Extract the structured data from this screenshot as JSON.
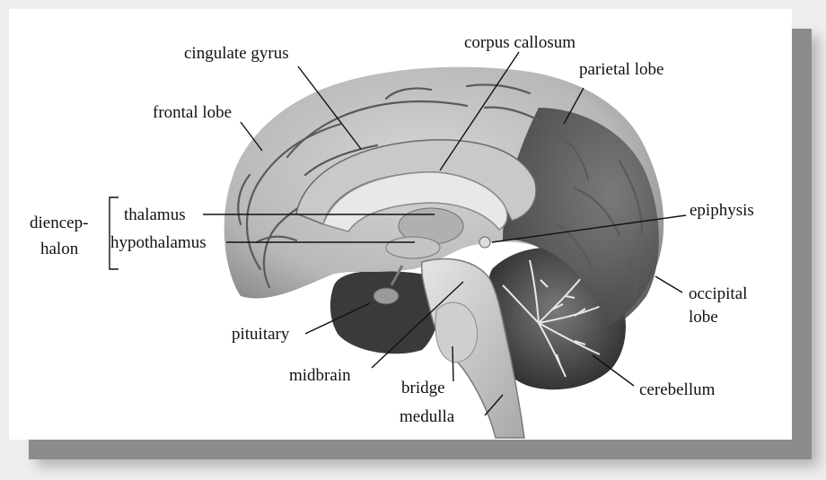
{
  "labels": {
    "cingulate_gyrus": "cingulate gyrus",
    "corpus_callosum": "corpus callosum",
    "parietal_lobe": "parietal lobe",
    "frontal_lobe": "frontal lobe",
    "diencephalon_line1": "diencep-",
    "diencephalon_line2": "halon",
    "thalamus": "thalamus",
    "hypothalamus": "hypothalamus",
    "epiphysis": "epiphysis",
    "occipital_line1": "occipital",
    "occipital_line2": "lobe",
    "pituitary": "pituitary",
    "midbrain": "midbrain",
    "bridge": "bridge",
    "medulla": "medulla",
    "cerebellum": "cerebellum"
  }
}
